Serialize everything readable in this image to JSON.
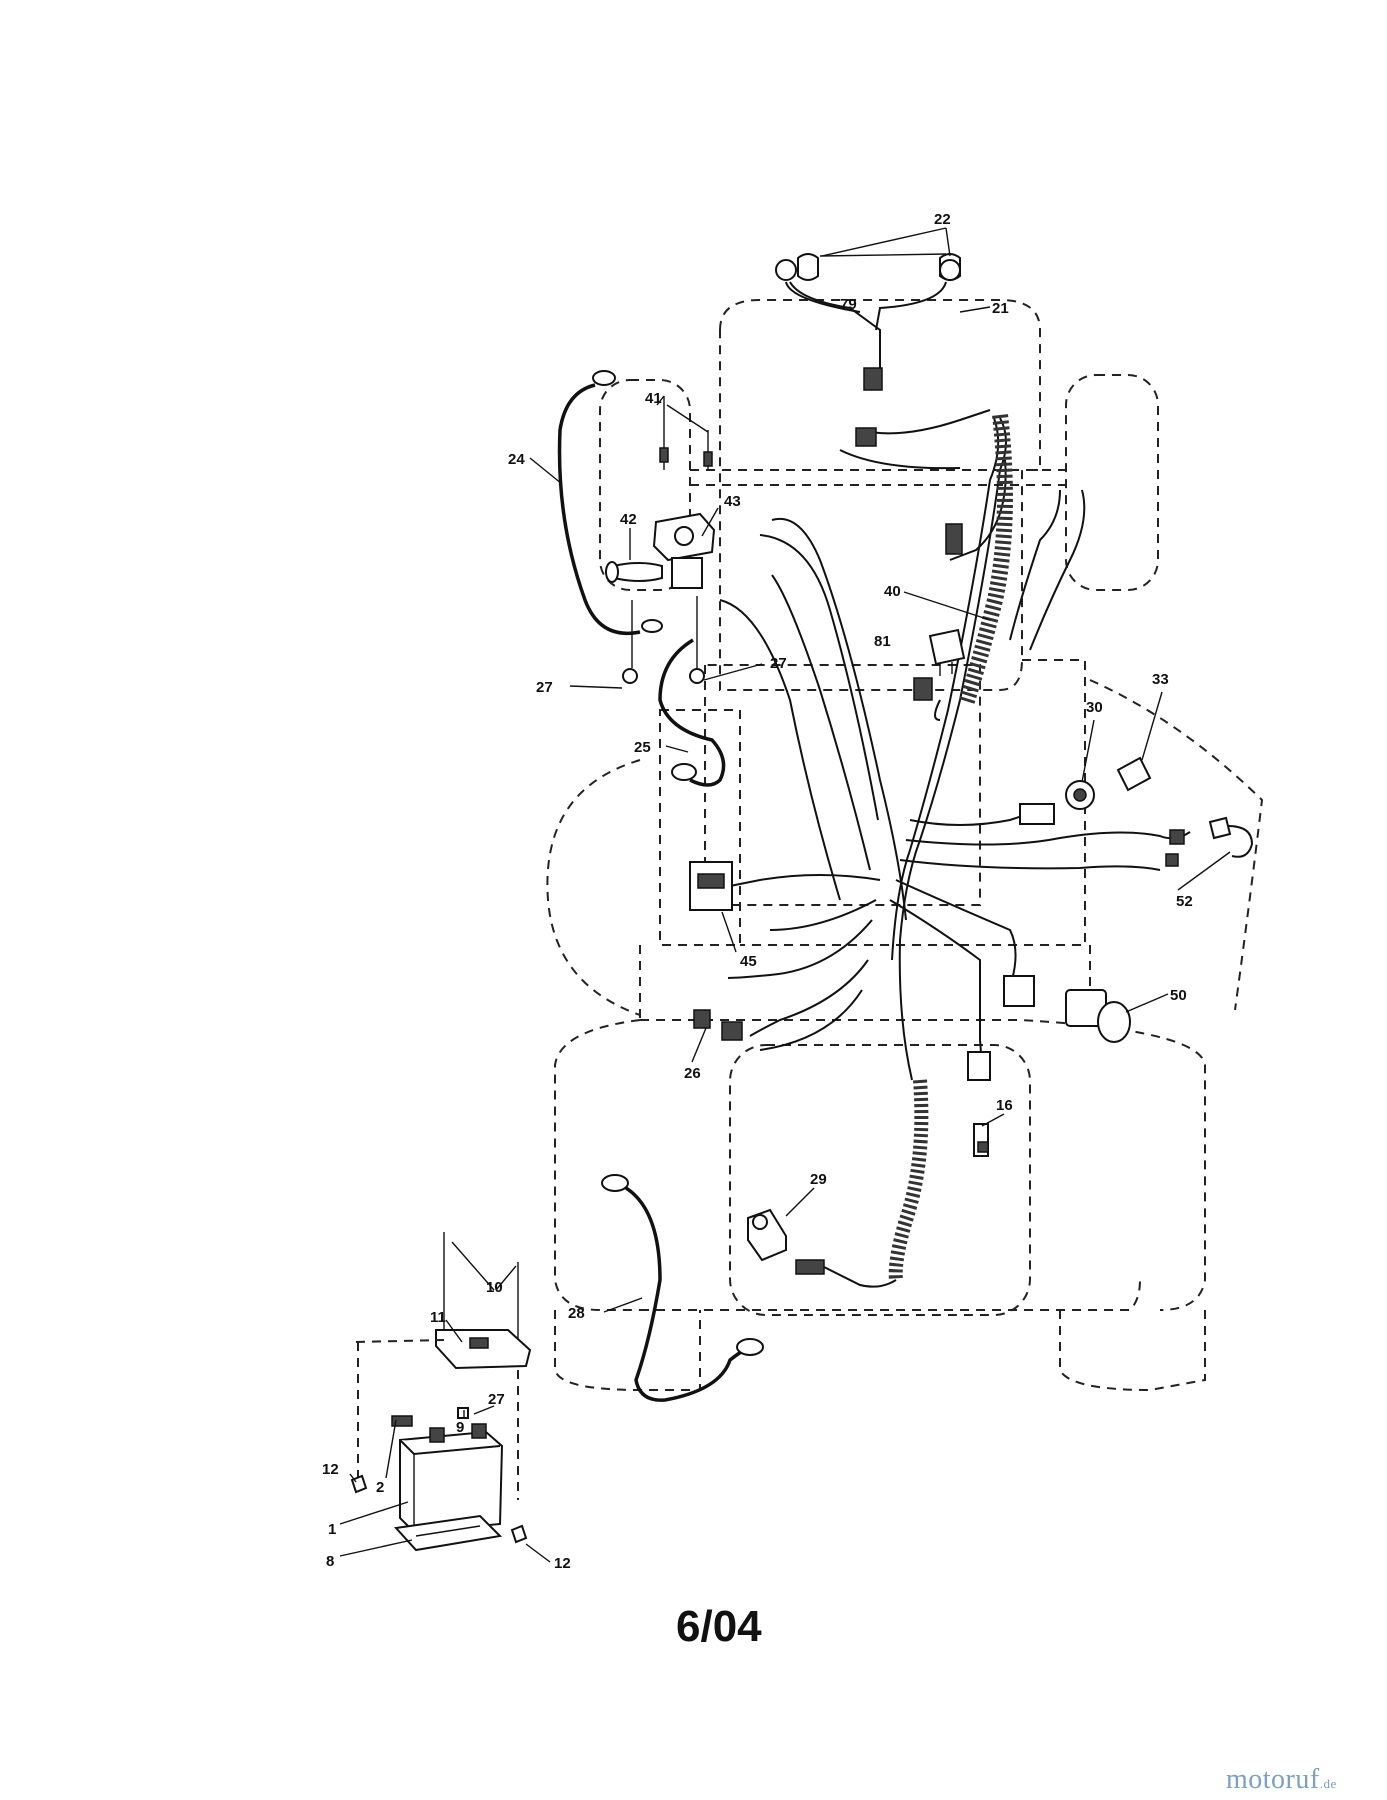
{
  "page_code": "6/04",
  "brand": {
    "name": "motoruf",
    "tld": ".de"
  },
  "callouts": [
    {
      "id": "22",
      "label": "22"
    },
    {
      "id": "79",
      "label": "79"
    },
    {
      "id": "21",
      "label": "21"
    },
    {
      "id": "41",
      "label": "41"
    },
    {
      "id": "24",
      "label": "24"
    },
    {
      "id": "43",
      "label": "43"
    },
    {
      "id": "42",
      "label": "42"
    },
    {
      "id": "40",
      "label": "40"
    },
    {
      "id": "81",
      "label": "81"
    },
    {
      "id": "27a",
      "label": "27"
    },
    {
      "id": "27b",
      "label": "27"
    },
    {
      "id": "33",
      "label": "33"
    },
    {
      "id": "30",
      "label": "30"
    },
    {
      "id": "25",
      "label": "25"
    },
    {
      "id": "52",
      "label": "52"
    },
    {
      "id": "45",
      "label": "45"
    },
    {
      "id": "50",
      "label": "50"
    },
    {
      "id": "26",
      "label": "26"
    },
    {
      "id": "16",
      "label": "16"
    },
    {
      "id": "29",
      "label": "29"
    },
    {
      "id": "10",
      "label": "10"
    },
    {
      "id": "28",
      "label": "28"
    },
    {
      "id": "11",
      "label": "11"
    },
    {
      "id": "27c",
      "label": "27"
    },
    {
      "id": "12a",
      "label": "12"
    },
    {
      "id": "2",
      "label": "2"
    },
    {
      "id": "9",
      "label": "9"
    },
    {
      "id": "1",
      "label": "1"
    },
    {
      "id": "8",
      "label": "8"
    },
    {
      "id": "12b",
      "label": "12"
    }
  ]
}
